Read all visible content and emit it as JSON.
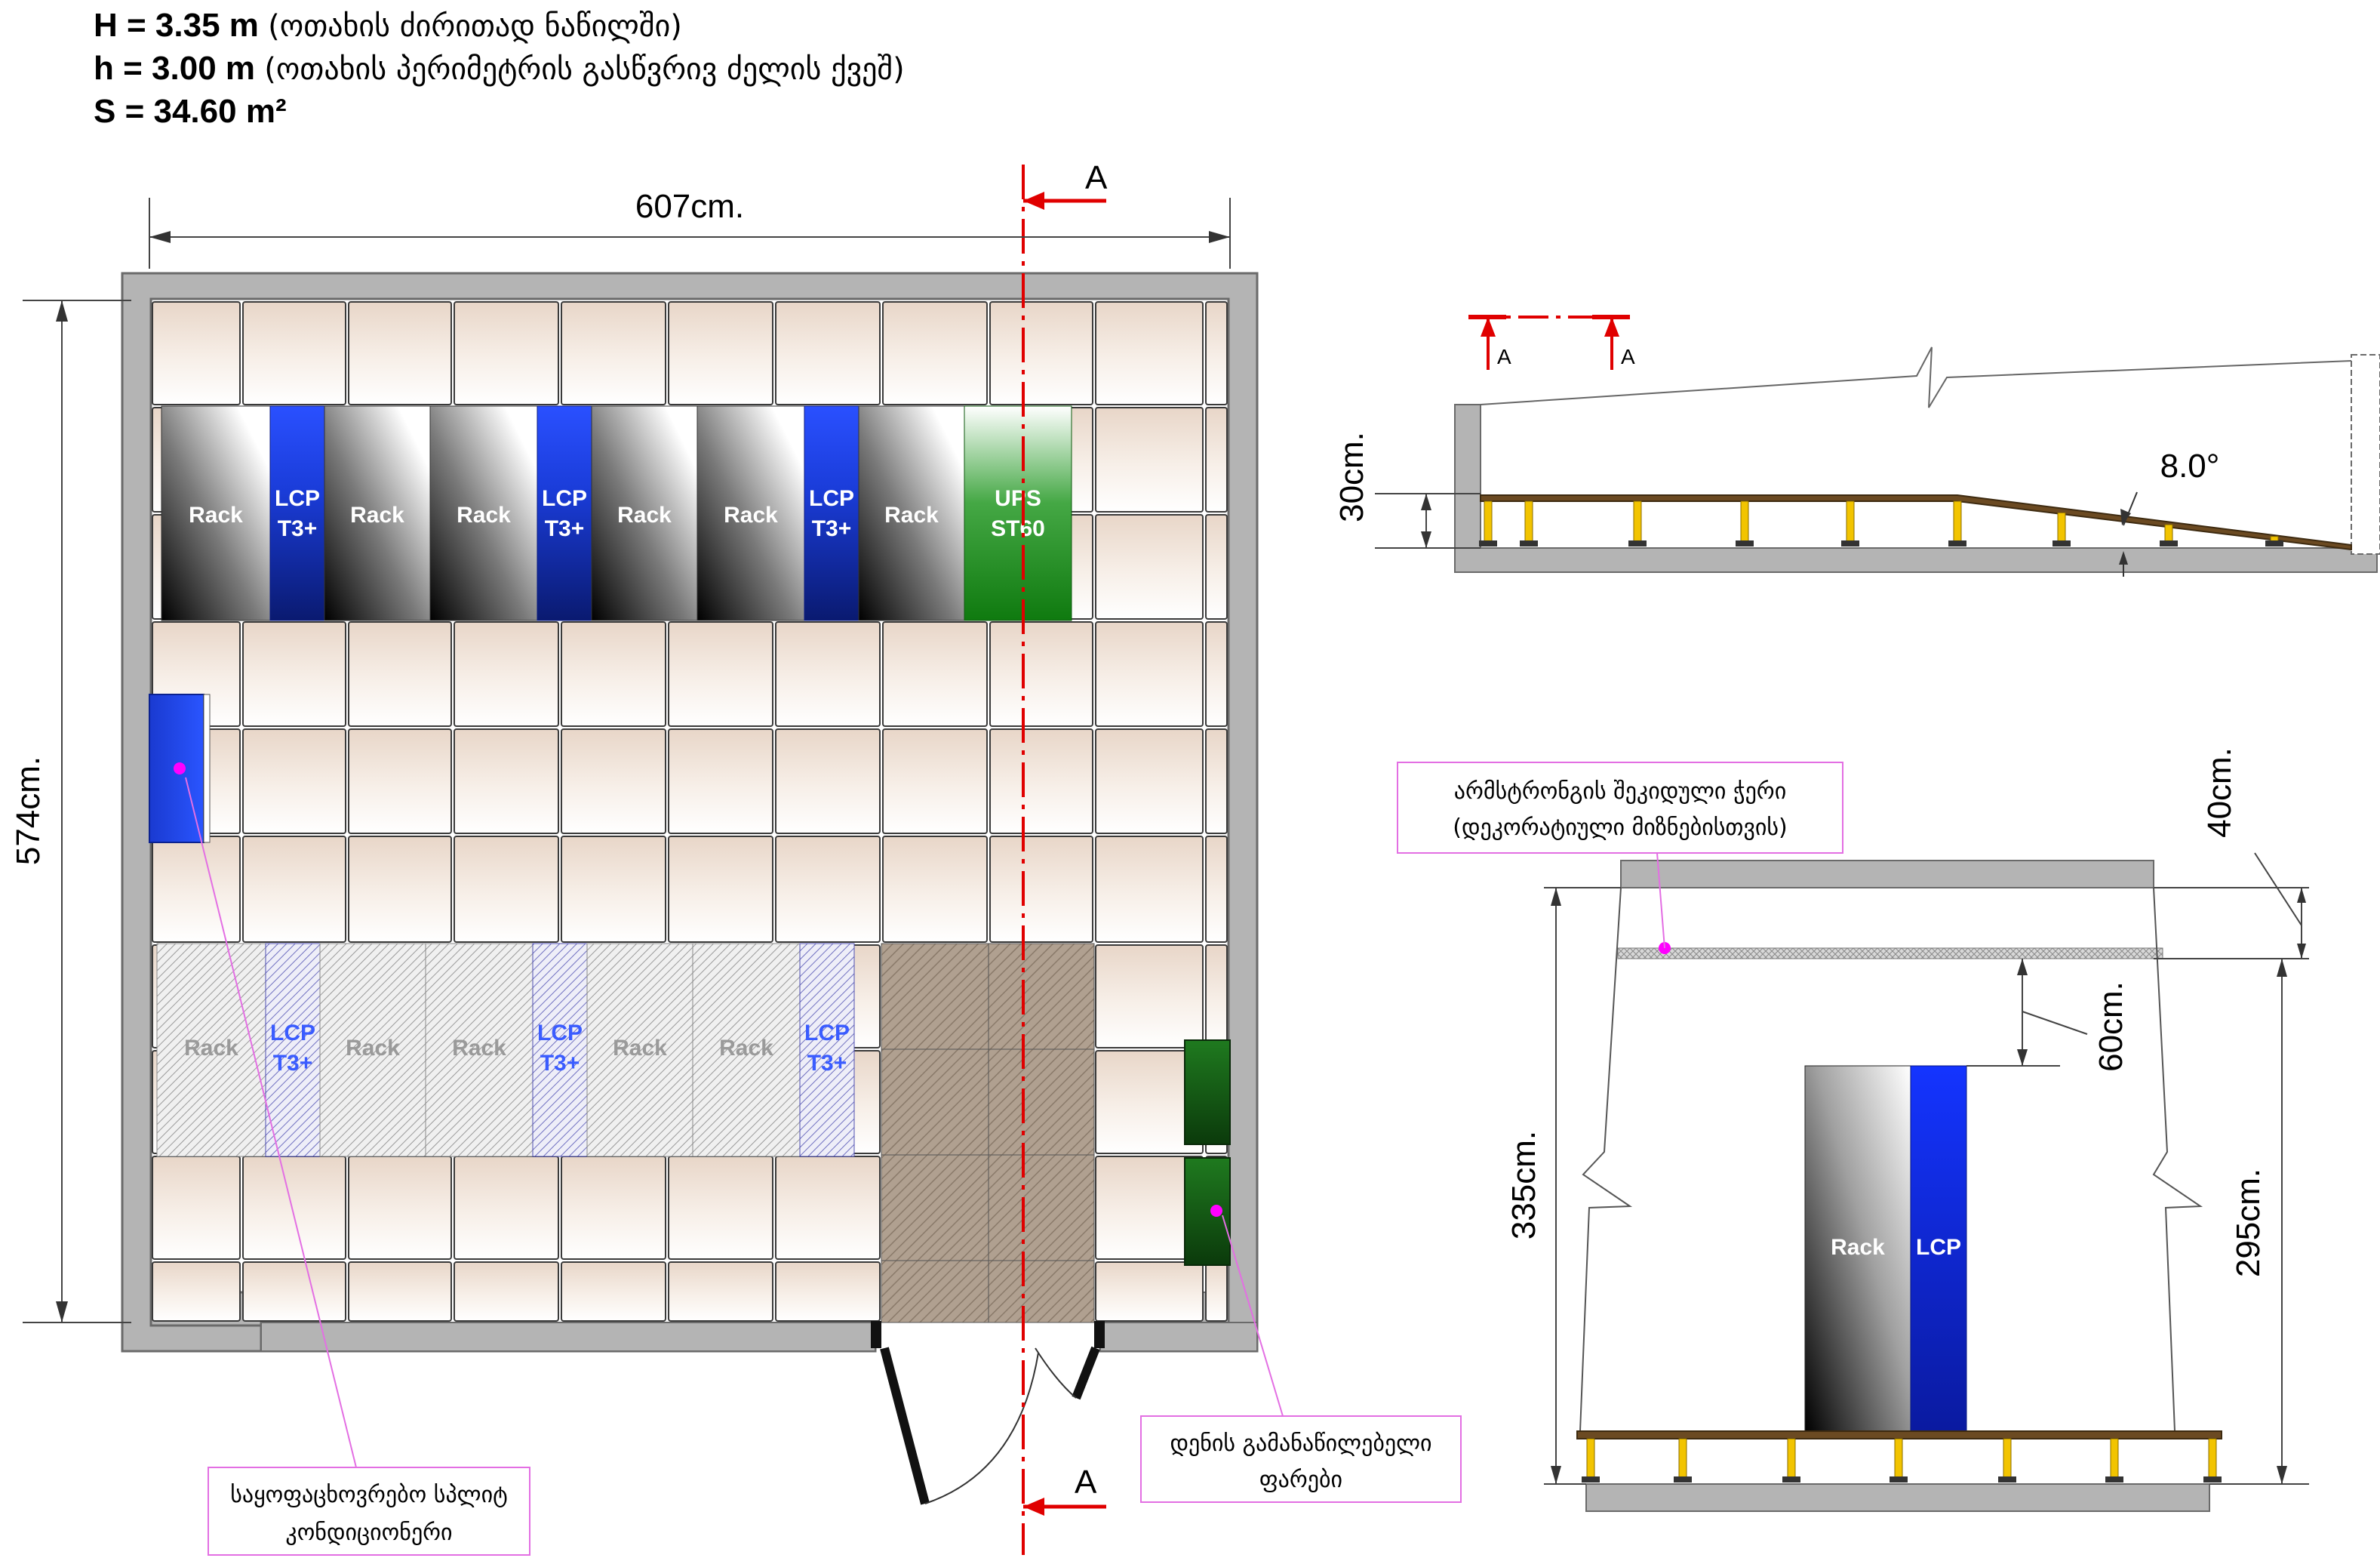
{
  "header": {
    "line1": {
      "label": "H = 3.35 m",
      "note": "(ოთახის ძირითად ნაწილში)"
    },
    "line2": {
      "label": "h = 3.00 m",
      "note": "(ოთახის პერიმეტრის გასწვრივ ძელის ქვეშ)"
    },
    "line3": {
      "label": "S = 34.60 m²"
    }
  },
  "plan": {
    "width_dim": "607cm.",
    "height_dim": "574cm.",
    "section_mark": "A",
    "row1": [
      "Rack",
      "LCP T3+",
      "Rack",
      "Rack",
      "LCP T3+",
      "Rack",
      "Rack",
      "LCP T3+",
      "Rack",
      "UPS ST60"
    ],
    "row2": [
      "Rack",
      "LCP T3+",
      "Rack",
      "Rack",
      "LCP T3+",
      "Rack",
      "Rack",
      "LCP T3+"
    ],
    "callout_ac": [
      "საყოფაცხოვრებო სპლიტ",
      "კონდიციონერი"
    ],
    "callout_panel": [
      "დენის გამანაწილებელი",
      "ფარები"
    ]
  },
  "ramp": {
    "height_dim": "30cm.",
    "angle": "8.0°",
    "marks": [
      "A",
      "A"
    ]
  },
  "section": {
    "callout_ceiling": [
      "არმსტრონგის შეკიდული ჭერი",
      "(დეკორატიული მიზნებისთვის)"
    ],
    "dim_40": "40cm.",
    "dim_60": "60cm.",
    "dim_335": "335cm.",
    "dim_295": "295cm.",
    "rack": "Rack",
    "lcp": "LCP"
  },
  "colors": {
    "wall": "#b4b4b4",
    "lcp_blue": "#1a3cd8",
    "ups_green": "#2e8b2e",
    "section_red": "#e00000",
    "callout_pink": "#e36fe3",
    "pedestal_yellow": "#f2c400",
    "deck_brown": "#6b4a22"
  }
}
